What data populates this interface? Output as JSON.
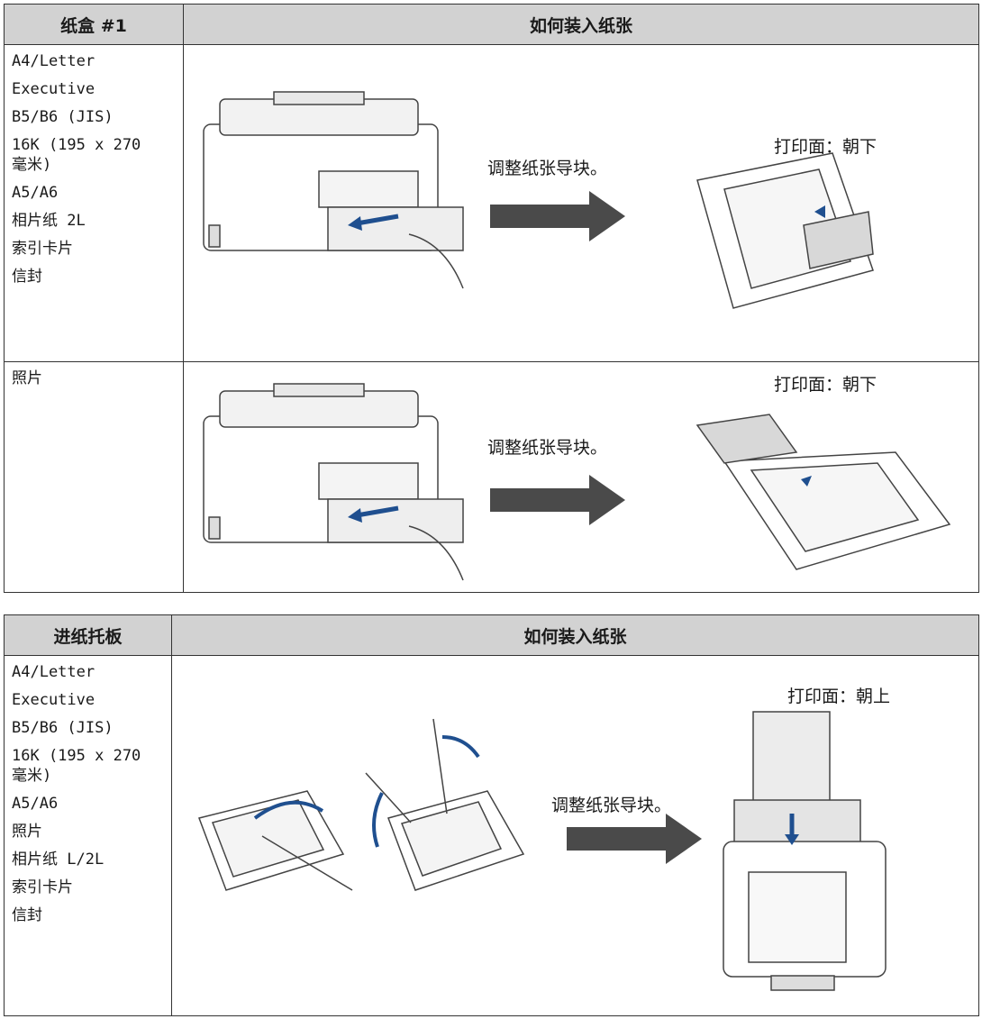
{
  "table1": {
    "col1_header": "纸盒 #1",
    "col2_header": "如何装入纸张",
    "rows": [
      {
        "sizes": [
          "A4/Letter",
          "Executive",
          "B5/B6 (JIS)",
          "16K (195 x 270 毫米)",
          "A5/A6",
          "相片纸 2L",
          "索引卡片",
          "信封"
        ],
        "adjust_label": "调整纸张导块。",
        "face_label": "打印面：朝下"
      },
      {
        "sizes": [
          "照片"
        ],
        "adjust_label": "调整纸张导块。",
        "face_label": "打印面：朝下"
      }
    ]
  },
  "table2": {
    "col1_header": "进纸托板",
    "col2_header": "如何装入纸张",
    "rows": [
      {
        "sizes": [
          "A4/Letter",
          "Executive",
          "B5/B6 (JIS)",
          "16K (195 x 270 毫米)",
          "A5/A6",
          "照片",
          "相片纸 L/2L",
          "索引卡片",
          "信封"
        ],
        "adjust_label": "调整纸张导块。",
        "face_label": "打印面：朝上"
      }
    ]
  },
  "colors": {
    "header_bg": "#d2d2d2",
    "arrow": "#4a4a4a",
    "accent_blue": "#1f4f8f"
  },
  "icons": [
    "printer-illustration",
    "paper-tray-illustration",
    "right-arrow-icon",
    "paper-support-illustration"
  ]
}
